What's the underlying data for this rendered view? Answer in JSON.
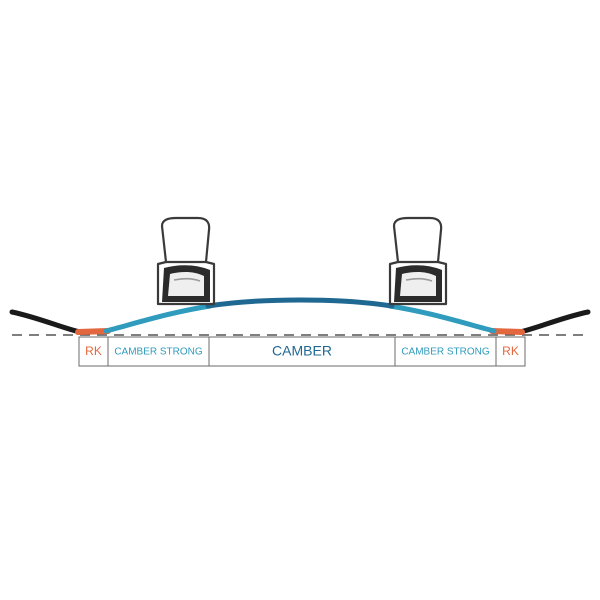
{
  "colors": {
    "background": "#ffffff",
    "rocker": "#e2673e",
    "camber_strong": "#2f9bbd",
    "camber": "#1f6891",
    "tip": "#1a1a1a",
    "binding": "#3a3a3a",
    "baseline": "#555555",
    "box_stroke": "#6b6b6b"
  },
  "zones": [
    {
      "label": "RK",
      "kind": "rocker"
    },
    {
      "label": "CAMBER STRONG",
      "kind": "camber_strong"
    },
    {
      "label": "CAMBER",
      "kind": "camber"
    },
    {
      "label": "CAMBER STRONG",
      "kind": "camber_strong"
    },
    {
      "label": "RK",
      "kind": "rocker"
    }
  ],
  "bindings": [
    {
      "side": "left",
      "icon": "binding-boot-icon"
    },
    {
      "side": "right",
      "icon": "binding-boot-icon"
    }
  ]
}
